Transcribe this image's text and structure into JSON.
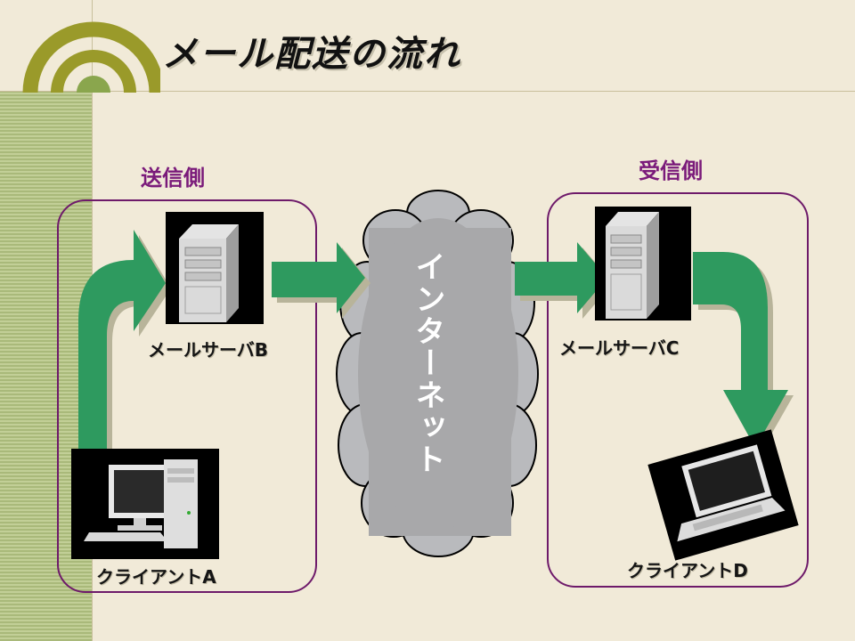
{
  "title": "メール配送の流れ",
  "sender_side": {
    "label": "送信側"
  },
  "receiver_side": {
    "label": "受信側"
  },
  "devices": {
    "server_b": "メールサーバB",
    "server_c": "メールサーバC",
    "client_a": "クライアントA",
    "client_d": "クライアントD"
  },
  "internet": {
    "label": "インターネット"
  },
  "colors": {
    "arrow": "#2f9a5e",
    "box_border": "#6e1a6a",
    "side_label": "#7a1a7a",
    "background": "#f1ead8",
    "cloud": "#a8a8aa"
  }
}
